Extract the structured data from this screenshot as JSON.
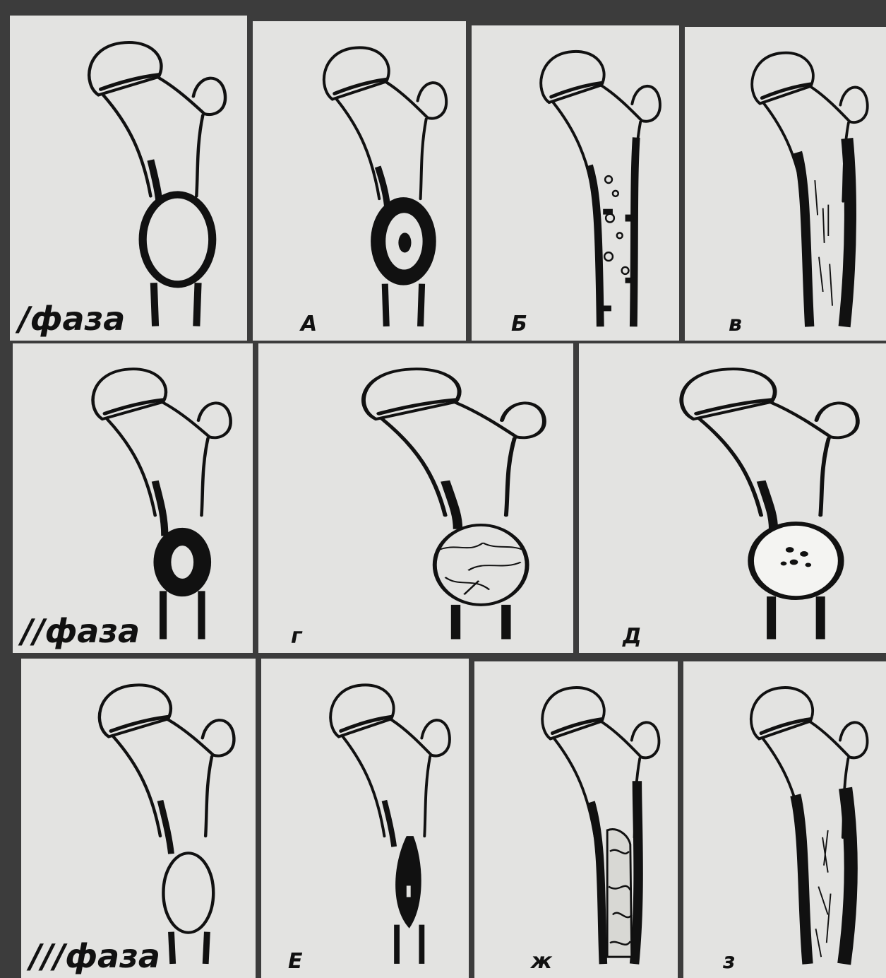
{
  "figure": {
    "rows": [
      {
        "panels": [
          {
            "label": "/фаза",
            "variant": "phase1"
          },
          {
            "label": "А",
            "variant": "a"
          },
          {
            "label": "Б",
            "variant": "b"
          },
          {
            "label": "в",
            "variant": "v"
          }
        ]
      },
      {
        "panels": [
          {
            "label": "//фаза",
            "variant": "phase2"
          },
          {
            "label": "г",
            "variant": "g"
          },
          {
            "label": "Д",
            "variant": "d"
          }
        ]
      },
      {
        "panels": [
          {
            "label": "///фаза",
            "variant": "phase3"
          },
          {
            "label": "Е",
            "variant": "e"
          },
          {
            "label": "ж",
            "variant": "zh"
          },
          {
            "label": "з",
            "variant": "z"
          }
        ]
      }
    ]
  }
}
